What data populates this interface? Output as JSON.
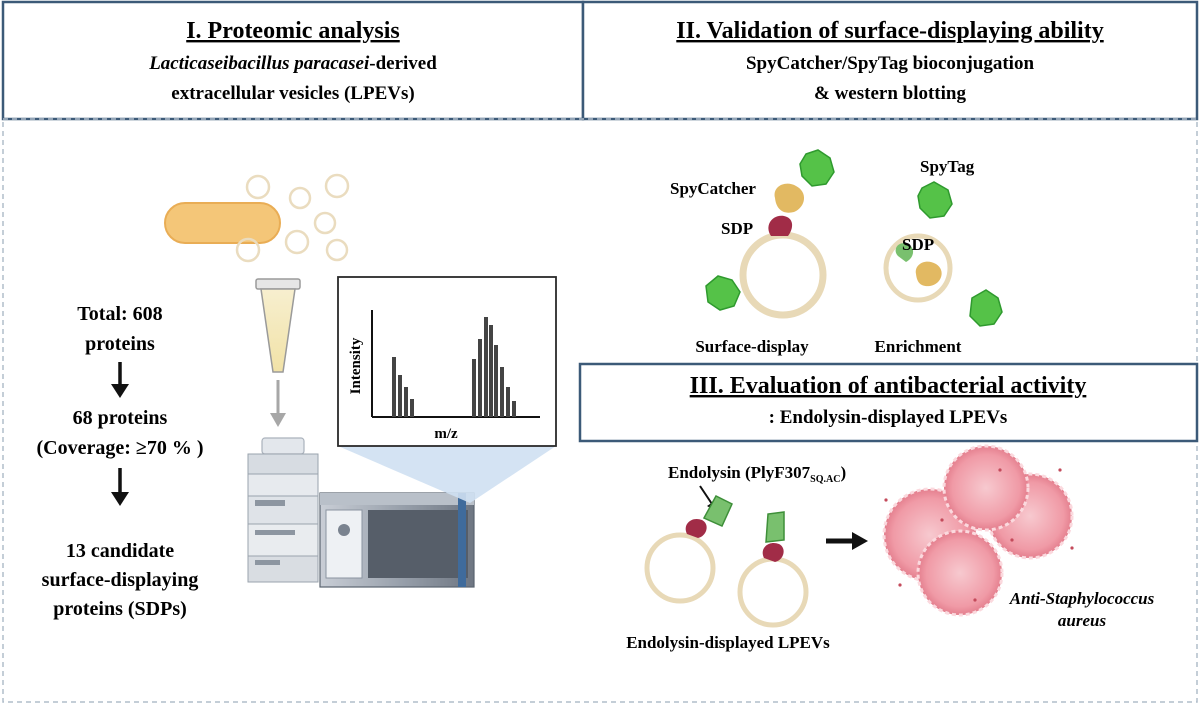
{
  "colors": {
    "frame": "#3c5a78",
    "dashed_border": "#b0bdca",
    "vesicle_ring": "#e8d9b7",
    "bacterium": "#f4c678",
    "catcher": "#e2b962",
    "sdp": "#a12c47",
    "spytag": "#55c248",
    "endolysin": "#79c06e",
    "staph_cell": "#f3a9b3",
    "beam": "#cfe0f2"
  },
  "panel1": {
    "title": "I. Proteomic analysis",
    "subtitle_italic": "Lacticaseibacillus paracasei",
    "subtitle_rest": "-derived",
    "subtitle_line2": "extracellular vesicles (LPEVs)"
  },
  "panel2": {
    "title": "II. Validation of surface-displaying ability",
    "subtitle_line1": "SpyCatcher/SpyTag  bioconjugation",
    "subtitle_line2": "& western blotting",
    "label_spycatcher": "SpyCatcher",
    "label_spytag": "SpyTag",
    "label_sdp_left": "SDP",
    "label_sdp_right": "SDP",
    "label_surface_display": "Surface-display",
    "label_enrichment": "Enrichment"
  },
  "panel3": {
    "title": "III. Evaluation of antibacterial activity",
    "subtitle": ": Endolysin-displayed  LPEVs",
    "endolysin_label": "Endolysin (PlyF307",
    "endolysin_subscript": "SQ.AC",
    "endolysin_close": ")",
    "vesicles_label": "Endolysin-displayed LPEVs",
    "target_italic_1": "Anti-Staphylococcus",
    "target_italic_2": "aureus"
  },
  "workflow": {
    "total_line1": "Total:  608",
    "total_line2": "proteins",
    "filtered_line1": "68 proteins",
    "filtered_line2": "(Coverage: ≥70 % )",
    "candidates_line1": "13 candidate",
    "candidates_line2": "surface-displaying",
    "candidates_line3": "proteins  (SDPs)"
  },
  "spectrum": {
    "y_label": "Intensity",
    "x_label": "m/z"
  }
}
